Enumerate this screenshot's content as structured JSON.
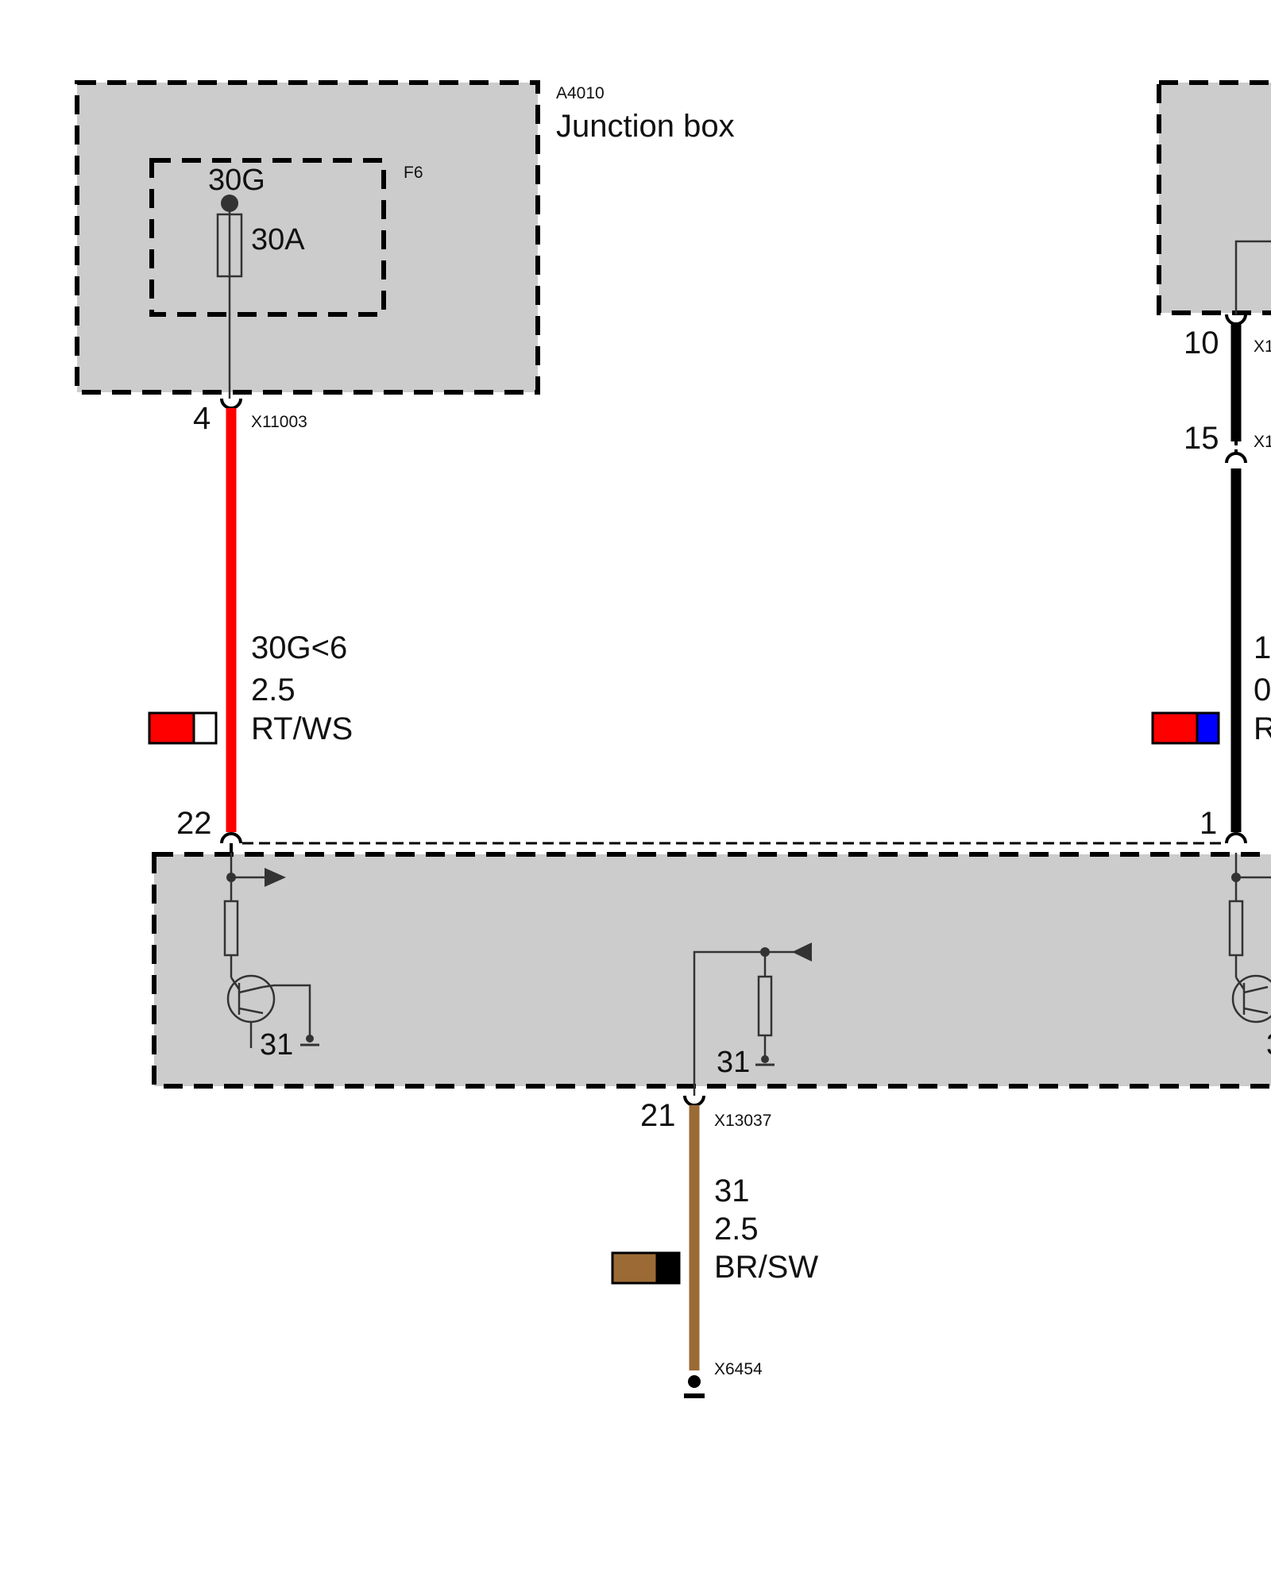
{
  "junction_box": {
    "id": "A4010",
    "name": "Junction box",
    "fuse_id": "F6",
    "fuse_terminal": "30G",
    "fuse_rating": "30A"
  },
  "wire_left": {
    "top_pin": "4",
    "top_connector": "X11003",
    "signal": "30G<6",
    "cross_section": "2.5",
    "color_code": "RT/WS",
    "colors": [
      "#ff0000",
      "#ffffff"
    ],
    "bottom_pin": "22"
  },
  "wire_right": {
    "pin_upper": "10",
    "connector_upper": "X1",
    "pin_lower": "15",
    "connector_lower": "X1",
    "signal_partial": "1",
    "cross_section_partial": "0",
    "color_code_partial": "R",
    "colors": [
      "#ff0000",
      "#0000ff"
    ],
    "bottom_pin": "1"
  },
  "control_unit": {
    "ground_label_left": "31",
    "ground_label_center": "31",
    "ground_label_right_partial": "3"
  },
  "ground_wire": {
    "pin": "21",
    "connector": "X13037",
    "signal": "31",
    "cross_section": "2.5",
    "color_code": "BR/SW",
    "colors": [
      "#9b6a35",
      "#000000"
    ],
    "ground_connector": "X6454"
  },
  "colors": {
    "module_fill": "#cccccc",
    "wire_red": "#ff0000",
    "wire_black": "#000000",
    "wire_brown": "#9b6a35"
  }
}
